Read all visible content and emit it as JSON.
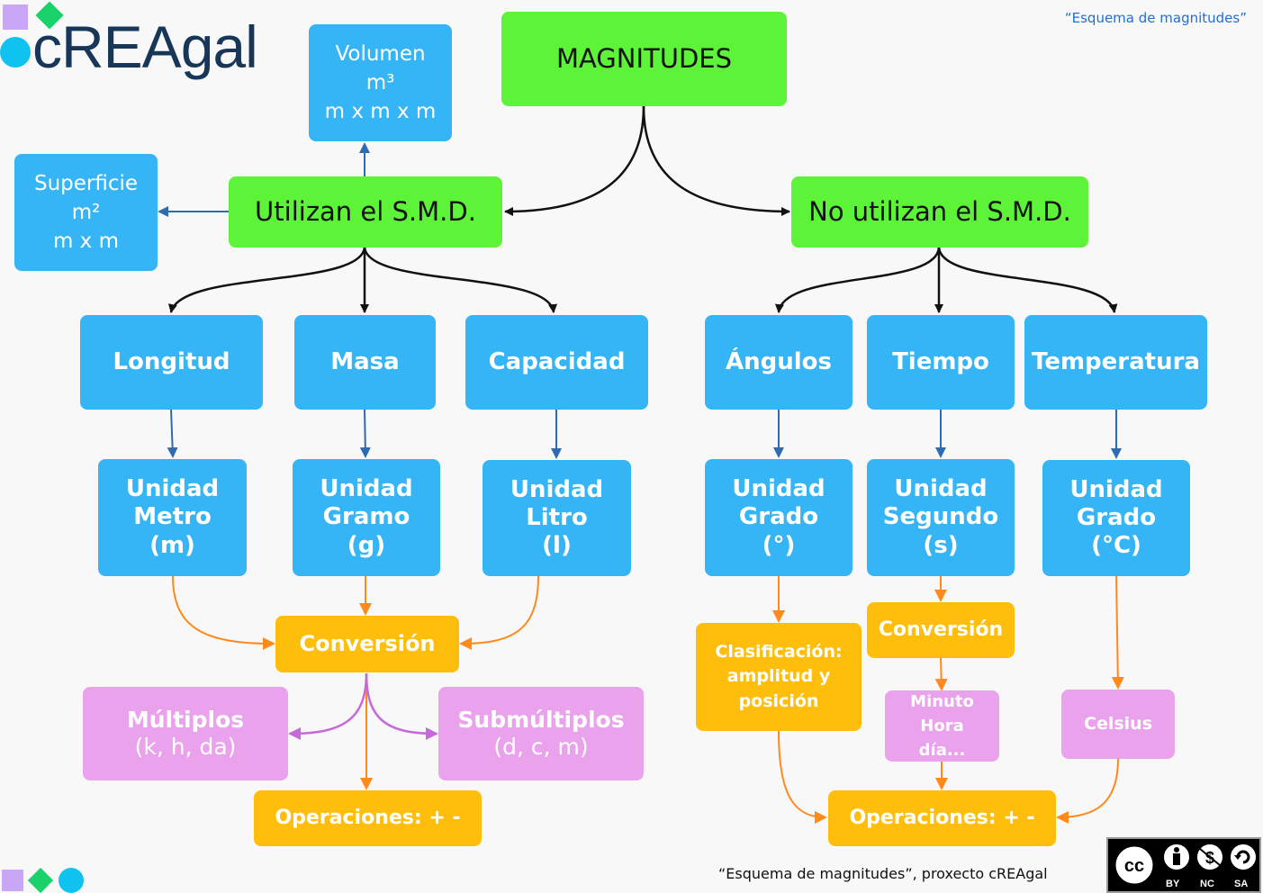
{
  "header": {
    "logo": "cREAgal",
    "caption_top": "“Esquema de magnitudes”",
    "caption_bottom": "“Esquema de magnitudes”, proxecto cREAgal"
  },
  "license": {
    "labels": [
      "BY",
      "NC",
      "SA"
    ]
  },
  "root": "MAGNITUDES",
  "branches": {
    "smd": "Utilizan el S.M.D.",
    "no_smd": "No utilizan el S.M.D."
  },
  "volumen": [
    "Volumen",
    "m³",
    "m x m x m"
  ],
  "superficie": [
    "Superficie",
    "m²",
    "m x m"
  ],
  "magnitudes": {
    "longitud": "Longitud",
    "masa": "Masa",
    "capacidad": "Capacidad",
    "angulos": "Ángulos",
    "tiempo": "Tiempo",
    "temperatura": "Temperatura"
  },
  "units": {
    "metro": [
      "Unidad",
      "Metro",
      "(m)"
    ],
    "gramo": [
      "Unidad",
      "Gramo",
      "(g)"
    ],
    "litro": [
      "Unidad",
      "Litro",
      "(l)"
    ],
    "grado": [
      "Unidad",
      "Grado",
      "(°)"
    ],
    "segundo": [
      "Unidad",
      "Segundo",
      "(s)"
    ],
    "grado_c": [
      "Unidad",
      "Grado",
      "(°C)"
    ]
  },
  "conversion_left": "Conversión",
  "conversion_right": "Conversión",
  "multiplos": [
    "Múltiplos",
    "(k, h, da)"
  ],
  "submultiplos": [
    "Submúltiplos",
    "(d, c, m)"
  ],
  "operaciones_left": "Operaciones: + -",
  "operaciones_right": "Operaciones: + -",
  "clasificacion": [
    "Clasificación:",
    "amplitud y",
    "posición"
  ],
  "tiempo_units": [
    "Minuto",
    "Hora",
    "día..."
  ],
  "celsius": "Celsius",
  "colors": {
    "green": "#5df338",
    "blue": "#35b5f5",
    "orange": "#ffbd0c",
    "pink": "#eaa2ec",
    "arrow_black": "#111111",
    "arrow_blue": "#2f6bb0",
    "arrow_orange": "#ff8a1c",
    "arrow_purple": "#c66ad9"
  }
}
